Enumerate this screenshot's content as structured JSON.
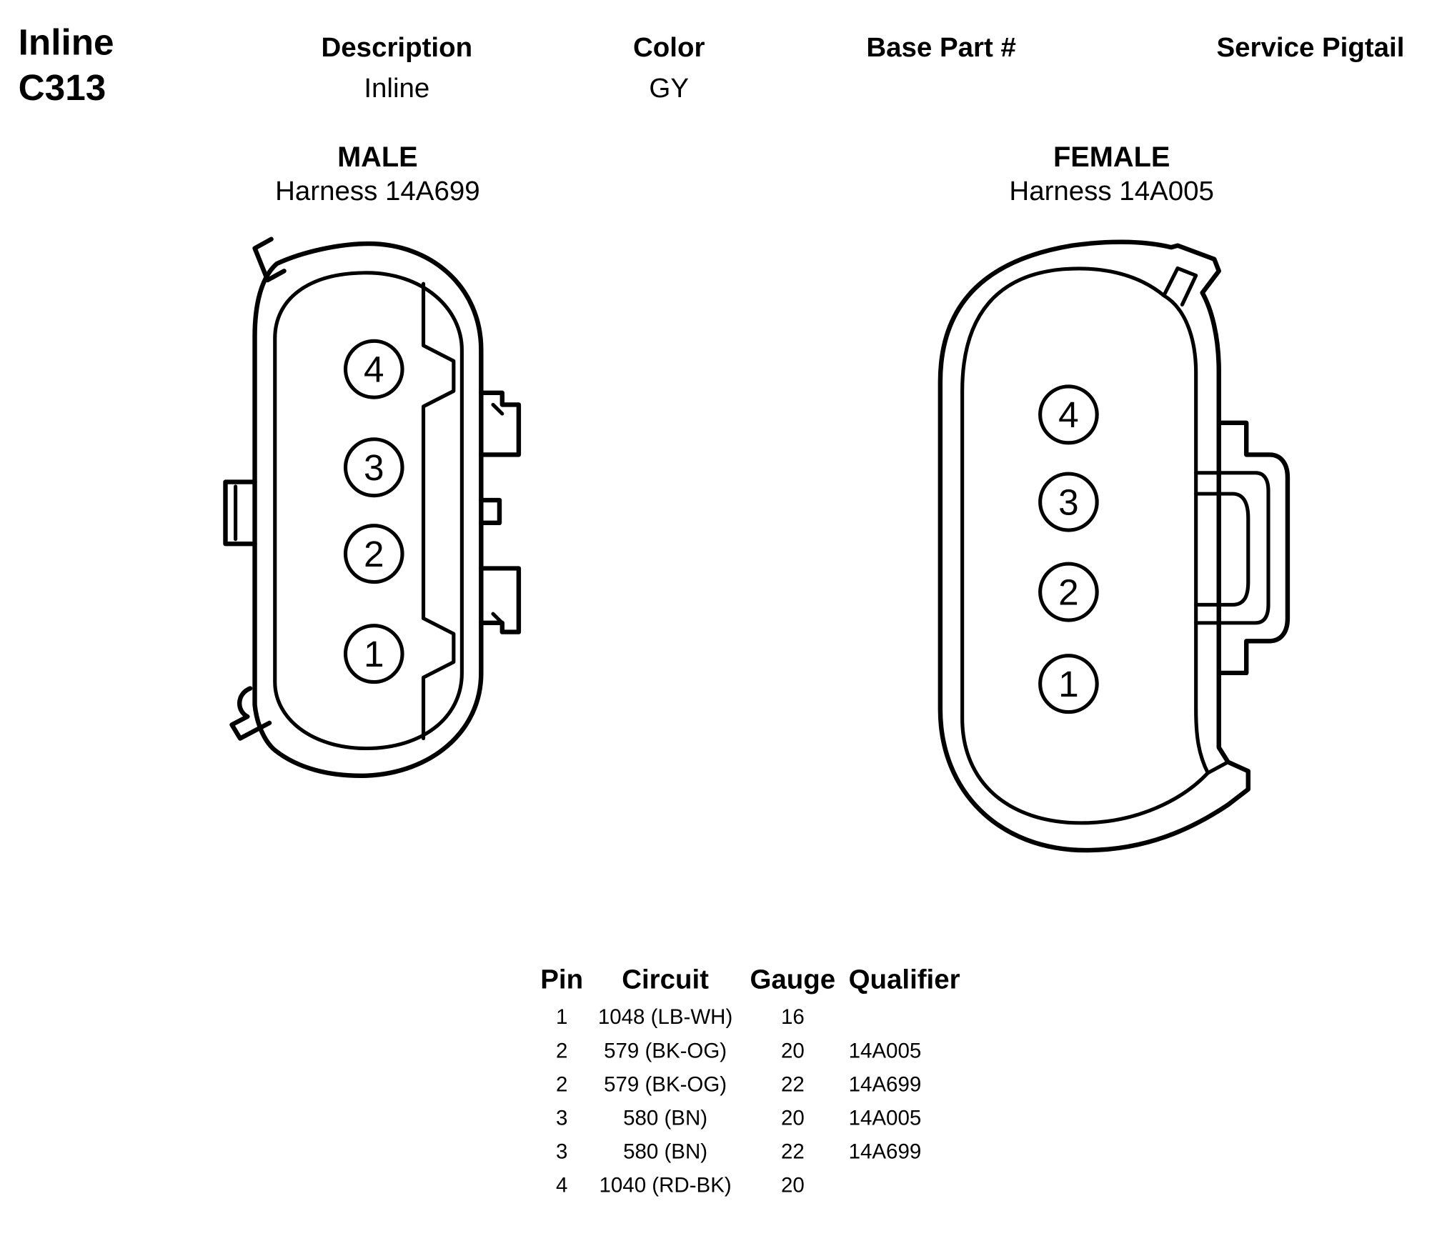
{
  "connector": {
    "type": "Inline",
    "id": "C313"
  },
  "header": {
    "description_label": "Description",
    "description_value": "Inline",
    "color_label": "Color",
    "color_value": "GY",
    "base_part_label": "Base Part #",
    "base_part_value": "",
    "service_pigtail_label": "Service Pigtail",
    "service_pigtail_value": ""
  },
  "male": {
    "title": "MALE",
    "harness": "Harness 14A699",
    "pins": [
      "4",
      "3",
      "2",
      "1"
    ]
  },
  "female": {
    "title": "FEMALE",
    "harness": "Harness 14A005",
    "pins": [
      "4",
      "3",
      "2",
      "1"
    ]
  },
  "pin_table": {
    "headers": {
      "pin": "Pin",
      "circuit": "Circuit",
      "gauge": "Gauge",
      "qualifier": "Qualifier"
    },
    "rows": [
      {
        "pin": "1",
        "circuit": "1048 (LB-WH)",
        "gauge": "16",
        "qualifier": ""
      },
      {
        "pin": "2",
        "circuit": "579 (BK-OG)",
        "gauge": "20",
        "qualifier": "14A005"
      },
      {
        "pin": "2",
        "circuit": "579 (BK-OG)",
        "gauge": "22",
        "qualifier": "14A699"
      },
      {
        "pin": "3",
        "circuit": "580 (BN)",
        "gauge": "20",
        "qualifier": "14A005"
      },
      {
        "pin": "3",
        "circuit": "580 (BN)",
        "gauge": "22",
        "qualifier": "14A699"
      },
      {
        "pin": "4",
        "circuit": "1040 (RD-BK)",
        "gauge": "20",
        "qualifier": ""
      }
    ]
  }
}
